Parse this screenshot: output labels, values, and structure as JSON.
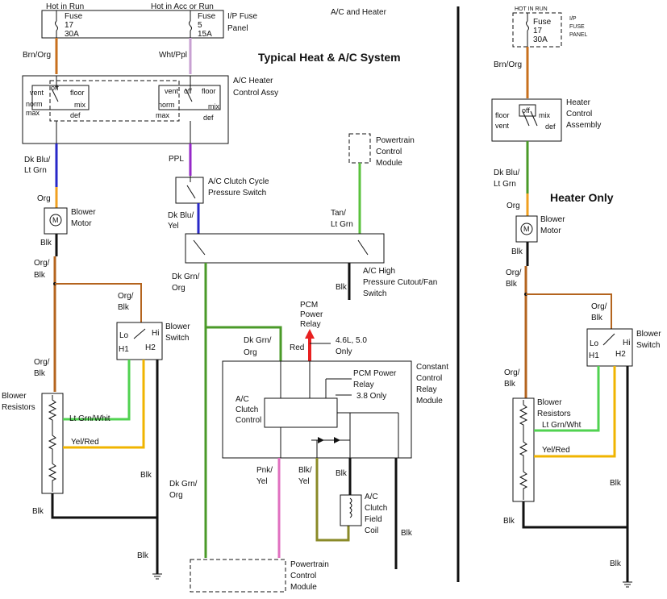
{
  "heading_ac": "A/C and Heater",
  "title_main": "Typical Heat & A/C System",
  "title_heater": "Heater Only",
  "main": {
    "hot_in_run": "Hot in Run",
    "hot_in_acc": "Hot in Acc or Run",
    "fuse1": {
      "label": "Fuse",
      "num": "17",
      "amp": "30A"
    },
    "fuse2": {
      "label": "Fuse",
      "num": "5",
      "amp": "15A"
    },
    "ip_fuse_panel": [
      "I/P Fuse",
      "Panel"
    ],
    "brn_org": "Brn/Org",
    "wht_ppl": "Wht/Ppl",
    "ac_heater_control": [
      "A/C Heater",
      "Control Assy"
    ],
    "vent": "vent",
    "off": "off",
    "floor": "floor",
    "norm": "norm",
    "mix": "mix",
    "max": "max",
    "def": "def",
    "dk_blu_lt_grn": [
      "Dk Blu/",
      "Lt Grn"
    ],
    "ppl": "PPL",
    "ac_clutch_cycle": [
      "A/C Clutch Cycle",
      "Pressure Switch"
    ],
    "powertrain_cm_top": [
      "Powertrain",
      "Control",
      "Module"
    ],
    "org": "Org",
    "blower_motor": [
      "Blower",
      "Motor"
    ],
    "dk_blu_yel": [
      "Dk Blu/",
      "Yel"
    ],
    "tan_lt_grn": [
      "Tan/",
      "Lt Grn"
    ],
    "blk": "Blk",
    "org_blk": [
      "Org/",
      "Blk"
    ],
    "dk_grn_org": [
      "Dk Grn/",
      "Org"
    ],
    "ac_high_pressure": [
      "A/C High",
      "Pressure Cutout/Fan",
      "Switch"
    ],
    "pcm_power_relay": [
      "PCM",
      "Power",
      "Relay"
    ],
    "blower_switch": [
      "Blower",
      "Switch"
    ],
    "lo": "Lo",
    "hi": "Hi",
    "h1": "H1",
    "h2": "H2",
    "red": "Red",
    "engine_note": [
      "4.6L, 5.0",
      "Only"
    ],
    "constant_control_relay": [
      "Constant",
      "Control",
      "Relay",
      "Module"
    ],
    "pcm_power_relay_38": [
      "PCM Power",
      "Relay",
      "3.8 Only"
    ],
    "ac_clutch_control": [
      "A/C",
      "Clutch",
      "Control"
    ],
    "blower_resistors": [
      "Blower",
      "Resistors"
    ],
    "lt_grn_whit": "Lt Grn/Whit",
    "yel_red": "Yel/Red",
    "pnk_yel": [
      "Pnk/",
      "Yel"
    ],
    "blk_yel": [
      "Blk/",
      "Yel"
    ],
    "ac_clutch_field_coil": [
      "A/C",
      "Clutch",
      "Field",
      "Coil"
    ],
    "powertrain_cm_bottom": [
      "Powertrain",
      "Control",
      "Module"
    ]
  },
  "heater": {
    "hot_in_run": "HOT IN RUN",
    "fuse": {
      "label": "Fuse",
      "num": "17",
      "amp": "30A"
    },
    "ip_fuse_panel": [
      "I/P",
      "FUSE",
      "PANEL"
    ],
    "brn_org": "Brn/Org",
    "heater_control": [
      "Heater",
      "Control",
      "Assembly"
    ],
    "floor": "floor",
    "off": "off",
    "mix": "mix",
    "vent": "vent",
    "def": "def",
    "dk_blu_lt_grn": [
      "Dk Blu/",
      "Lt Grn"
    ],
    "org": "Org",
    "blower_motor": [
      "Blower",
      "Motor"
    ],
    "blk": "Blk",
    "org_blk": [
      "Org/",
      "Blk"
    ],
    "blower_switch": [
      "Blower",
      "Switch"
    ],
    "lo": "Lo",
    "hi": "Hi",
    "h1": "H1",
    "h2": "H2",
    "blower_resistors": [
      "Blower",
      "Resistors"
    ],
    "lt_grn_wht": "Lt Grn/Wht",
    "yel_red": "Yel/Red"
  },
  "colors": {
    "brn_org": "#c8701e",
    "wht_ppl": "#c8a0d2",
    "dk_blu": "#2828c8",
    "purple": "#9628c8",
    "org": "#f0a020",
    "dk_grn": "#4a9a28",
    "tan_lt_grn": "#5ac23c",
    "red": "#e82020",
    "lt_grn": "#50d250",
    "yel": "#f0b400",
    "pink": "#e070c0",
    "olive": "#8a8a28",
    "org_blk": "#b4641e"
  }
}
